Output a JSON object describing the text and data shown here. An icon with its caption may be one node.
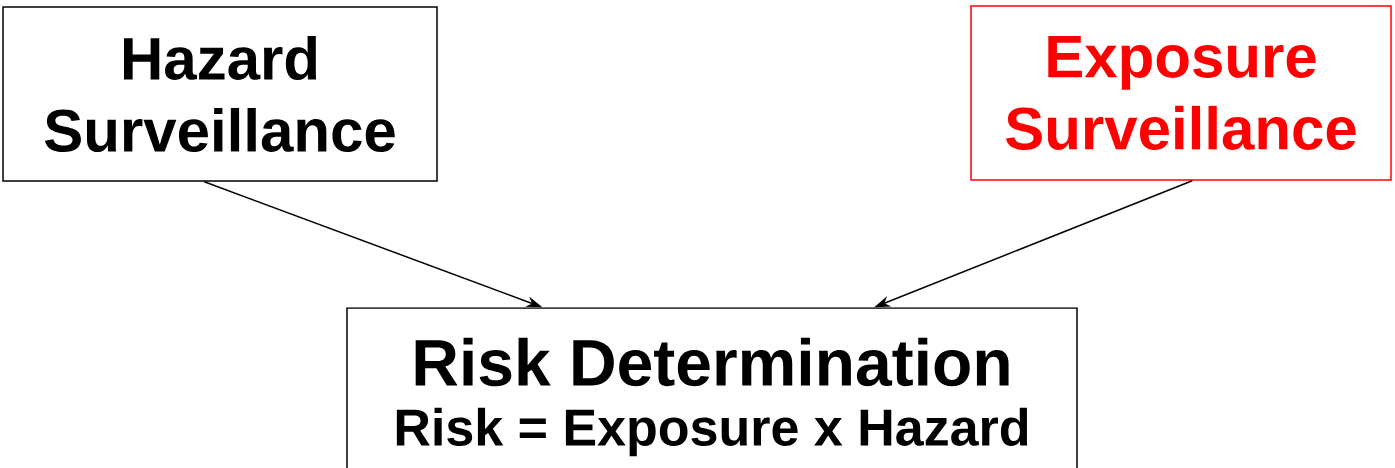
{
  "diagram": {
    "nodes": [
      {
        "text": [
          "Hazard Surveillance"
        ]
      },
      {
        "text": [
          "Exposure Surveillance"
        ]
      },
      {
        "text": [
          "Risk Determination",
          "Risk = Exposure x Hazard"
        ]
      }
    ],
    "edges": [
      {
        "from": 0,
        "to": 2,
        "arrow": "to"
      },
      {
        "from": 1,
        "to": 2,
        "arrow": "to"
      }
    ]
  }
}
